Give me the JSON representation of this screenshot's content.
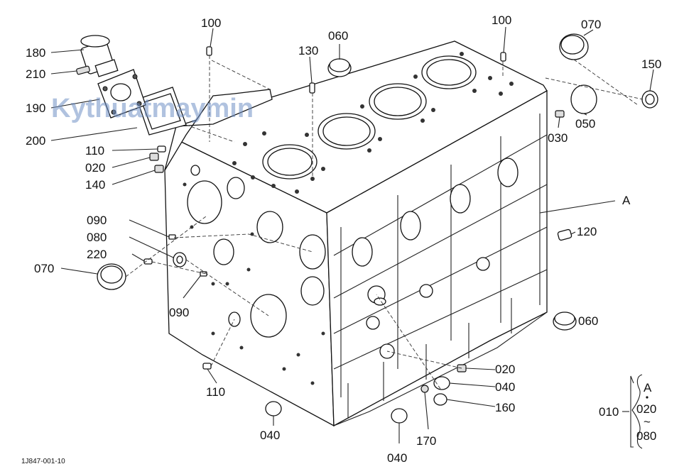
{
  "watermark": "Kythuatmaymin",
  "drawing_code": "1J847-001-10",
  "labels": {
    "l100a": "100",
    "l100b": "100",
    "l060a": "060",
    "l070a": "070",
    "l130": "130",
    "l180": "180",
    "l210": "210",
    "l190": "190",
    "l200": "200",
    "l150": "150",
    "l050": "050",
    "l030": "030",
    "l110a": "110",
    "l020a": "020",
    "l140": "140",
    "lA": "A",
    "l090a": "090",
    "l120": "120",
    "l080": "080",
    "l220": "220",
    "l070b": "070",
    "l090b": "090",
    "l060b": "060",
    "l020b": "020",
    "l040a": "040",
    "l110b": "110",
    "l160": "160",
    "l040b": "040",
    "l170": "170",
    "l040c": "040"
  },
  "legend": {
    "ref": "010",
    "top": "A",
    "mid": "020",
    "tilde": "~",
    "bottom": "080"
  }
}
